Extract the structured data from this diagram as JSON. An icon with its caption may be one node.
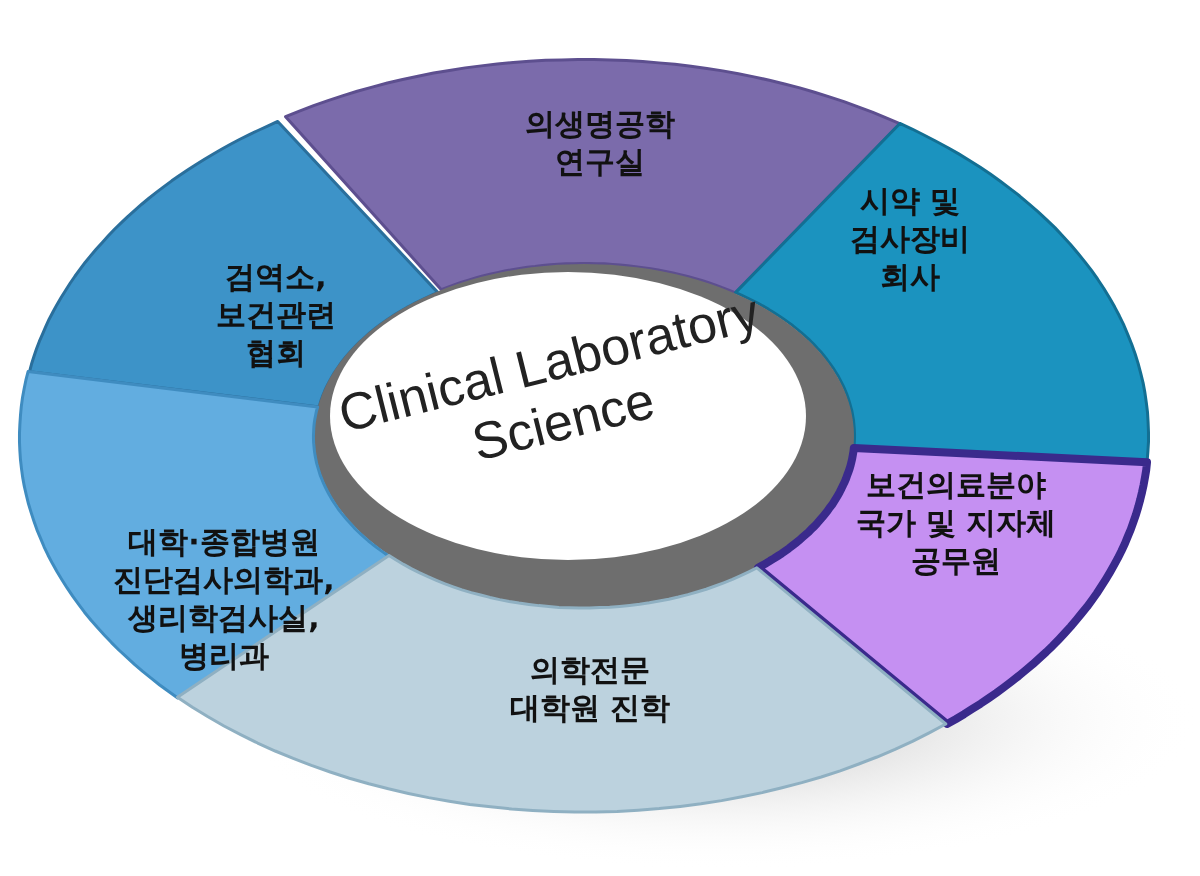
{
  "diagram": {
    "nodes": [
      {
        "text": [
          "의생명공학 연구실"
        ]
      },
      {
        "text": [
          "시약 및 검사장비 회사"
        ]
      },
      {
        "text": [
          "검역소, 보건관련 협회"
        ]
      },
      {
        "text": [
          "Clinical Laboratory Science"
        ]
      },
      {
        "text": [
          "보건의료분야 국가 및 지자체 공무원"
        ]
      },
      {
        "text": [
          "대학·종합병원 진단검사의학과, 생리학검사실, 병리과"
        ]
      },
      {
        "text": [
          "의학전문 대학원 진학"
        ]
      }
    ]
  }
}
